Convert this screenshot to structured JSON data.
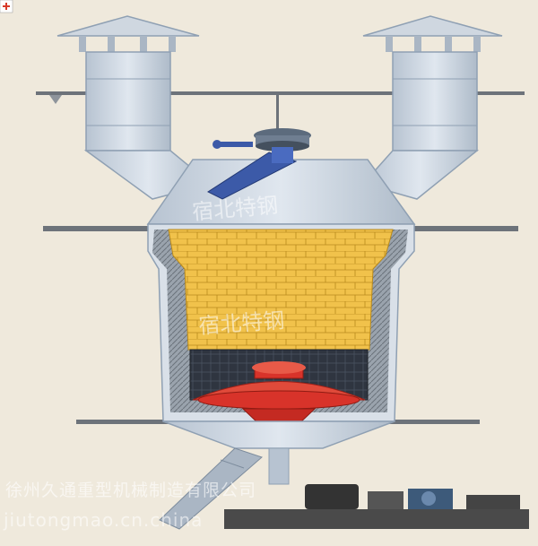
{
  "watermarks": {
    "company": "徐州久通重型机械制造有限公司",
    "url": "jiutongmao.cn.china",
    "stamp": "宿北特钢"
  },
  "colors": {
    "background": "#efe9dc",
    "steel": "#c9d3df",
    "steel_dark": "#8fa0b3",
    "refractory": "#f1c24b",
    "refractory_line": "#b98a1c",
    "charge_dark": "#2f3540",
    "grate": "#d8332a",
    "ground": "#4a4a4a",
    "feeder": "#3c5aa8"
  }
}
